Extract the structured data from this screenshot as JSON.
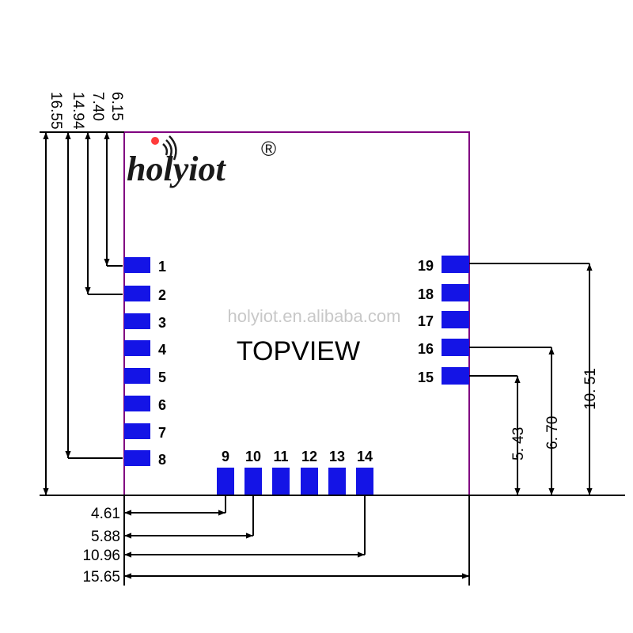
{
  "brand": {
    "logo_text": "holyiot",
    "registered_mark": "®",
    "logo_dot_color": "#ff3b3b",
    "logo_text_color": "#1a1a1a"
  },
  "center": {
    "website": "holyiot.en.alibaba.com",
    "view_label": "TOPVIEW",
    "website_color": "#c8c8c8"
  },
  "colors": {
    "outline": "#800080",
    "pad": "#1414e6",
    "line": "#000000"
  },
  "pins": {
    "left": [
      "1",
      "2",
      "3",
      "4",
      "5",
      "6",
      "7",
      "8"
    ],
    "bottom": [
      "9",
      "10",
      "11",
      "12",
      "13",
      "14"
    ],
    "right": [
      "19",
      "18",
      "17",
      "16",
      "15"
    ]
  },
  "dimensions": {
    "left_vertical": [
      "6.15",
      "7.40",
      "14.94",
      "16.55"
    ],
    "bottom_horizontal": [
      "4.61",
      "5.88",
      "10.96",
      "15.65"
    ],
    "right_vertical": [
      "5. 43",
      "6. 70",
      "10. 51"
    ]
  }
}
